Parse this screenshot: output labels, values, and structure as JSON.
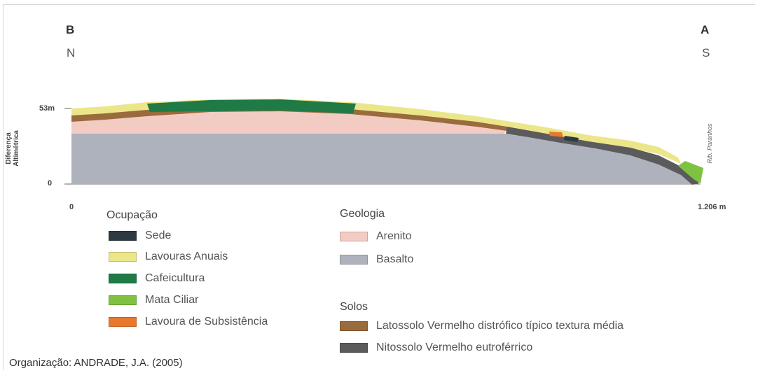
{
  "profile": {
    "left_end": {
      "letter": "B",
      "direction": "N"
    },
    "right_end": {
      "letter": "A",
      "direction": "S"
    },
    "y_axis": {
      "title_line1": "Diferença",
      "title_line2": "Altimétrica",
      "top_label": "53m",
      "bottom_label": "0"
    },
    "x_axis": {
      "start_label": "0",
      "end_label": "1.206 m"
    },
    "stream_label": "Rib. Paranhos"
  },
  "colors": {
    "sede": "#2e3a42",
    "lavouras_anuais": "#ece68a",
    "cafeicultura": "#1f7a45",
    "mata_ciliar": "#7fc241",
    "lavoura_subsistencia": "#e9782c",
    "arenito": "#f2cbc3",
    "basalto": "#aeb2bc",
    "latossolo": "#9a6b3c",
    "nitossolo": "#5b5a5c"
  },
  "legend": {
    "ocupacao": {
      "title": "Ocupação",
      "items": [
        {
          "label": "Sede",
          "color": "#2e3a42"
        },
        {
          "label": "Lavouras  Anuais",
          "color": "#ece68a"
        },
        {
          "label": "Cafeicultura",
          "color": "#1f7a45"
        },
        {
          "label": "Mata Ciliar",
          "color": "#7fc241"
        },
        {
          "label": "Lavoura de Subsistência",
          "color": "#e9782c"
        }
      ]
    },
    "geologia": {
      "title": "Geologia",
      "items": [
        {
          "label": "Arenito",
          "color": "#f2cbc3"
        },
        {
          "label": "Basalto",
          "color": "#aeb2bc"
        }
      ]
    },
    "solos": {
      "title": "Solos",
      "items": [
        {
          "label": "Latossolo Vermelho distrófico típico textura média",
          "color": "#9a6b3c"
        },
        {
          "label": "Nitossolo Vermelho eutroférrico",
          "color": "#5b5a5c"
        }
      ]
    }
  },
  "credit": "Organização: ANDRADE, J.A. (2005)"
}
